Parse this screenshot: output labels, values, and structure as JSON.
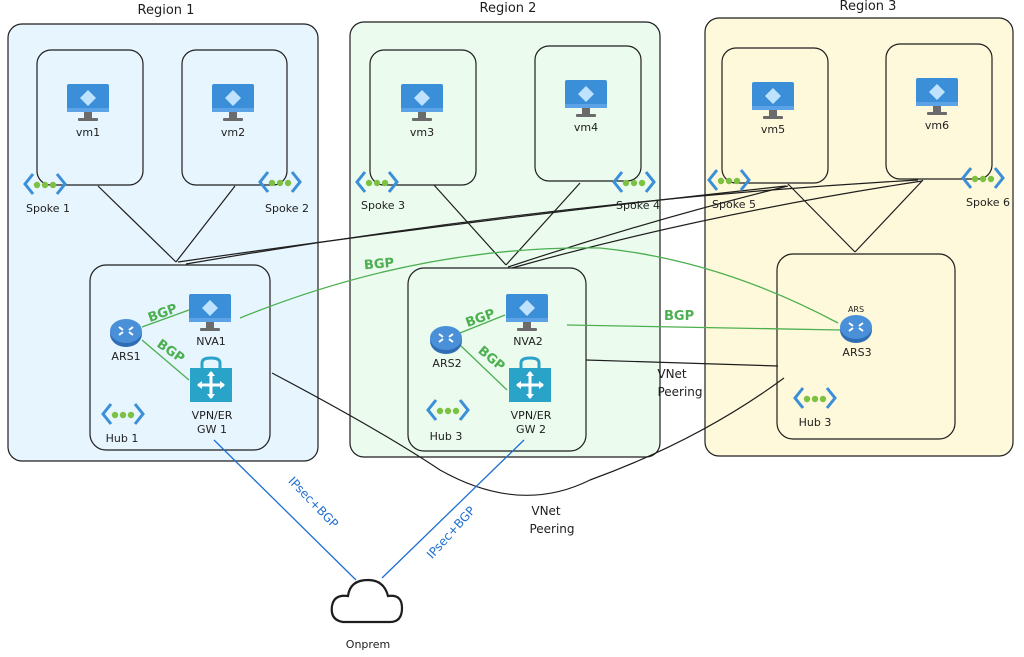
{
  "regions": {
    "region1": "Region 1",
    "region2": "Region 2",
    "region3": "Region 3"
  },
  "vms": {
    "vm1": "vm1",
    "vm2": "vm2",
    "vm3": "vm3",
    "vm4": "vm4",
    "vm5": "vm5",
    "vm6": "vm6"
  },
  "spokes": {
    "spoke1": "Spoke 1",
    "spoke2": "Spoke 2",
    "spoke3": "Spoke 3",
    "spoke4": "Spoke 4",
    "spoke5": "Spoke 5",
    "spoke6": "Spoke 6"
  },
  "hubs": {
    "hub1": "Hub 1",
    "hub2": "Hub 3",
    "hub3": "Hub 3"
  },
  "nodes": {
    "ars1": "ARS1",
    "ars2": "ARS2",
    "ars3": "ARS3",
    "ars3_small": "ARS",
    "nva1": "NVA1",
    "nva2": "NVA2",
    "gw1_line1": "VPN/ER",
    "gw1_line2": "GW 1",
    "gw2_line1": "VPN/ER",
    "gw2_line2": "GW 2",
    "onprem": "Onprem"
  },
  "links": {
    "bgp": "BGP",
    "vnet_peering_1": "VNet",
    "vnet_peering_2": "Peering",
    "ipsec": "IPsec+BGP"
  },
  "colors": {
    "region1_fill": "#e7f5ff",
    "region2_fill": "#ebfbee",
    "region3_fill": "#fff9db",
    "bgp_green": "#4caf50",
    "ipsec_blue": "#1f6fd1",
    "vm_blue": "#3b8fd9",
    "vnet_dot_green": "#7cc142"
  }
}
